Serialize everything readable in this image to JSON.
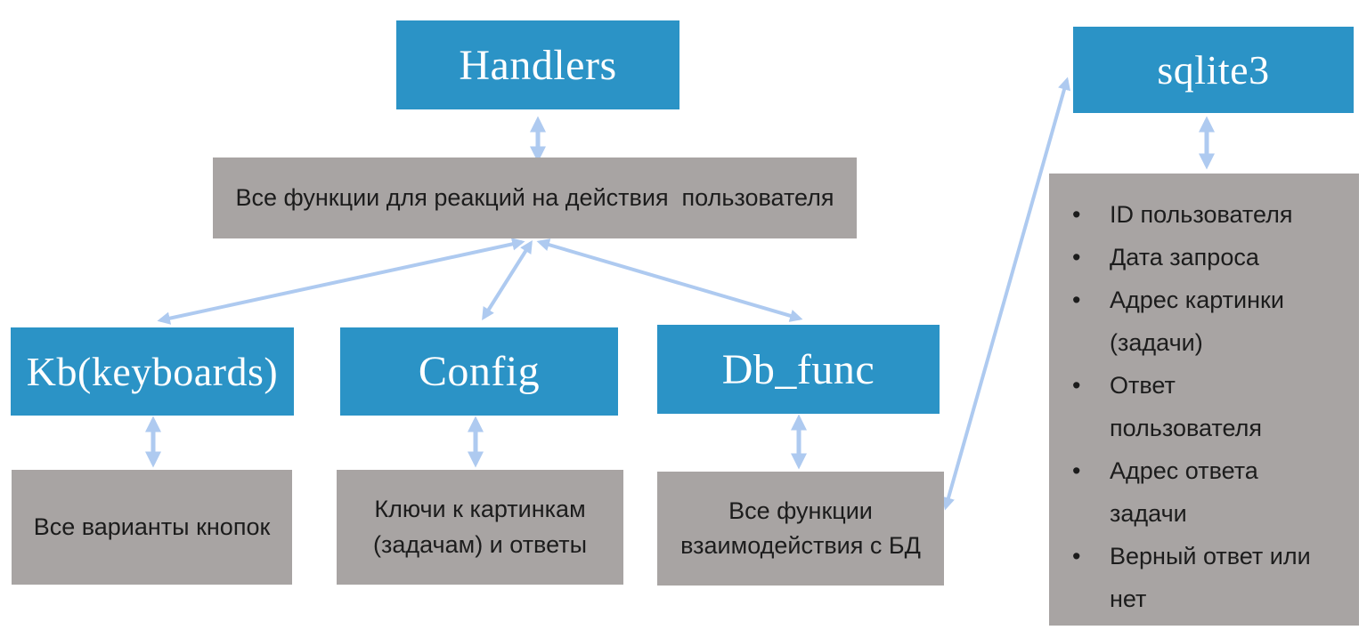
{
  "diagram": {
    "title_semantic": "telegram-bot-architecture-diagram",
    "colors": {
      "module_fill": "#2b93c6",
      "description_fill": "#a8a4a3",
      "arrow": "#aecaf0",
      "module_text": "#ffffff",
      "description_text": "#1c1c1c"
    },
    "modules": {
      "handlers": {
        "label": "Handlers",
        "description": "Все функции для реакций на действия  пользователя"
      },
      "kb": {
        "label": "Kb(keyboards)",
        "description": "Все варианты кнопок"
      },
      "config": {
        "label": "Config",
        "description": "Ключи к картинкам\n(задачам) и ответы"
      },
      "db_func": {
        "label": "Db_func",
        "description": "Все функции\nвзаимодействия с БД"
      },
      "sqlite3": {
        "label": "sqlite3",
        "fields": [
          "ID пользователя",
          "Дата запроса",
          "Адрес картинки\n(задачи)",
          "Ответ\nпользователя",
          "Адрес ответа\nзадачи",
          "Верный ответ или\nнет"
        ]
      }
    }
  }
}
